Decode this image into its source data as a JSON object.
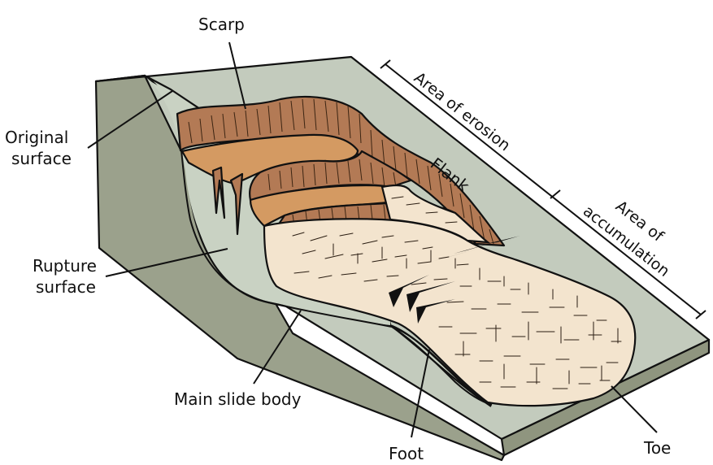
{
  "labels": {
    "scarp": "Scarp",
    "original_surface_line1": "Original",
    "original_surface_line2": "surface",
    "rupture_surface_line1": "Rupture",
    "rupture_surface_line2": "surface",
    "main_slide_body": "Main slide body",
    "foot": "Foot",
    "toe": "Toe",
    "flank": "Flank",
    "area_of_erosion": "Area of erosion",
    "area_of_accumulation_line1": "Area of",
    "area_of_accumulation_line2": "accumulation"
  },
  "colors": {
    "slope_top": "#c3cbbd",
    "slope_side": "#9ba18c",
    "rupture_surface": "#c9d2c3",
    "scarp": "#b37a55",
    "orange_band": "#d49a62",
    "slide_body": "#f3e4ce",
    "dark_wedges": "#111111"
  }
}
